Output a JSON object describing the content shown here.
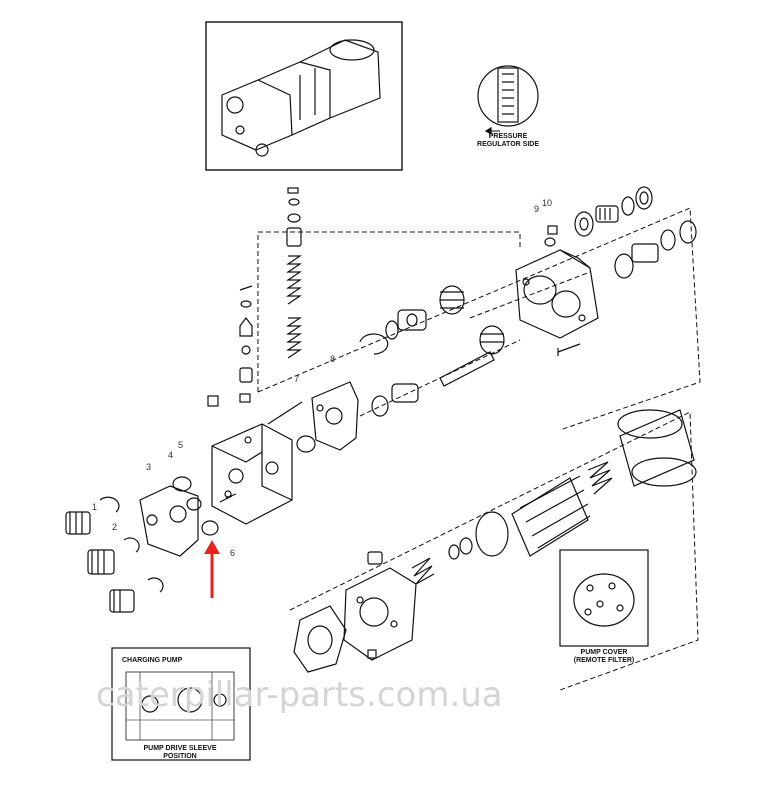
{
  "inset_top": {
    "caption": ""
  },
  "inset_right": {
    "caption_line1": "PRESSURE",
    "caption_line2": "REGULATOR SIDE"
  },
  "inset_bottom": {
    "title": "CHARGING PUMP",
    "caption_line1": "PUMP DRIVE SLEEVE",
    "caption_line2": "POSITION"
  },
  "inset_cover": {
    "caption_line1": "PUMP COVER",
    "caption_line2": "(REMOTE FILTER)"
  },
  "callouts": {
    "c1": "1",
    "c2": "2",
    "c3": "3",
    "c4": "4",
    "c5": "5",
    "c6": "6",
    "c7": "7",
    "c8": "8",
    "c9": "9",
    "c10": "10"
  },
  "pointer_arrow": {
    "color": "#e8231f",
    "target": "6"
  },
  "watermark": "caterpillar-parts.com.ua"
}
